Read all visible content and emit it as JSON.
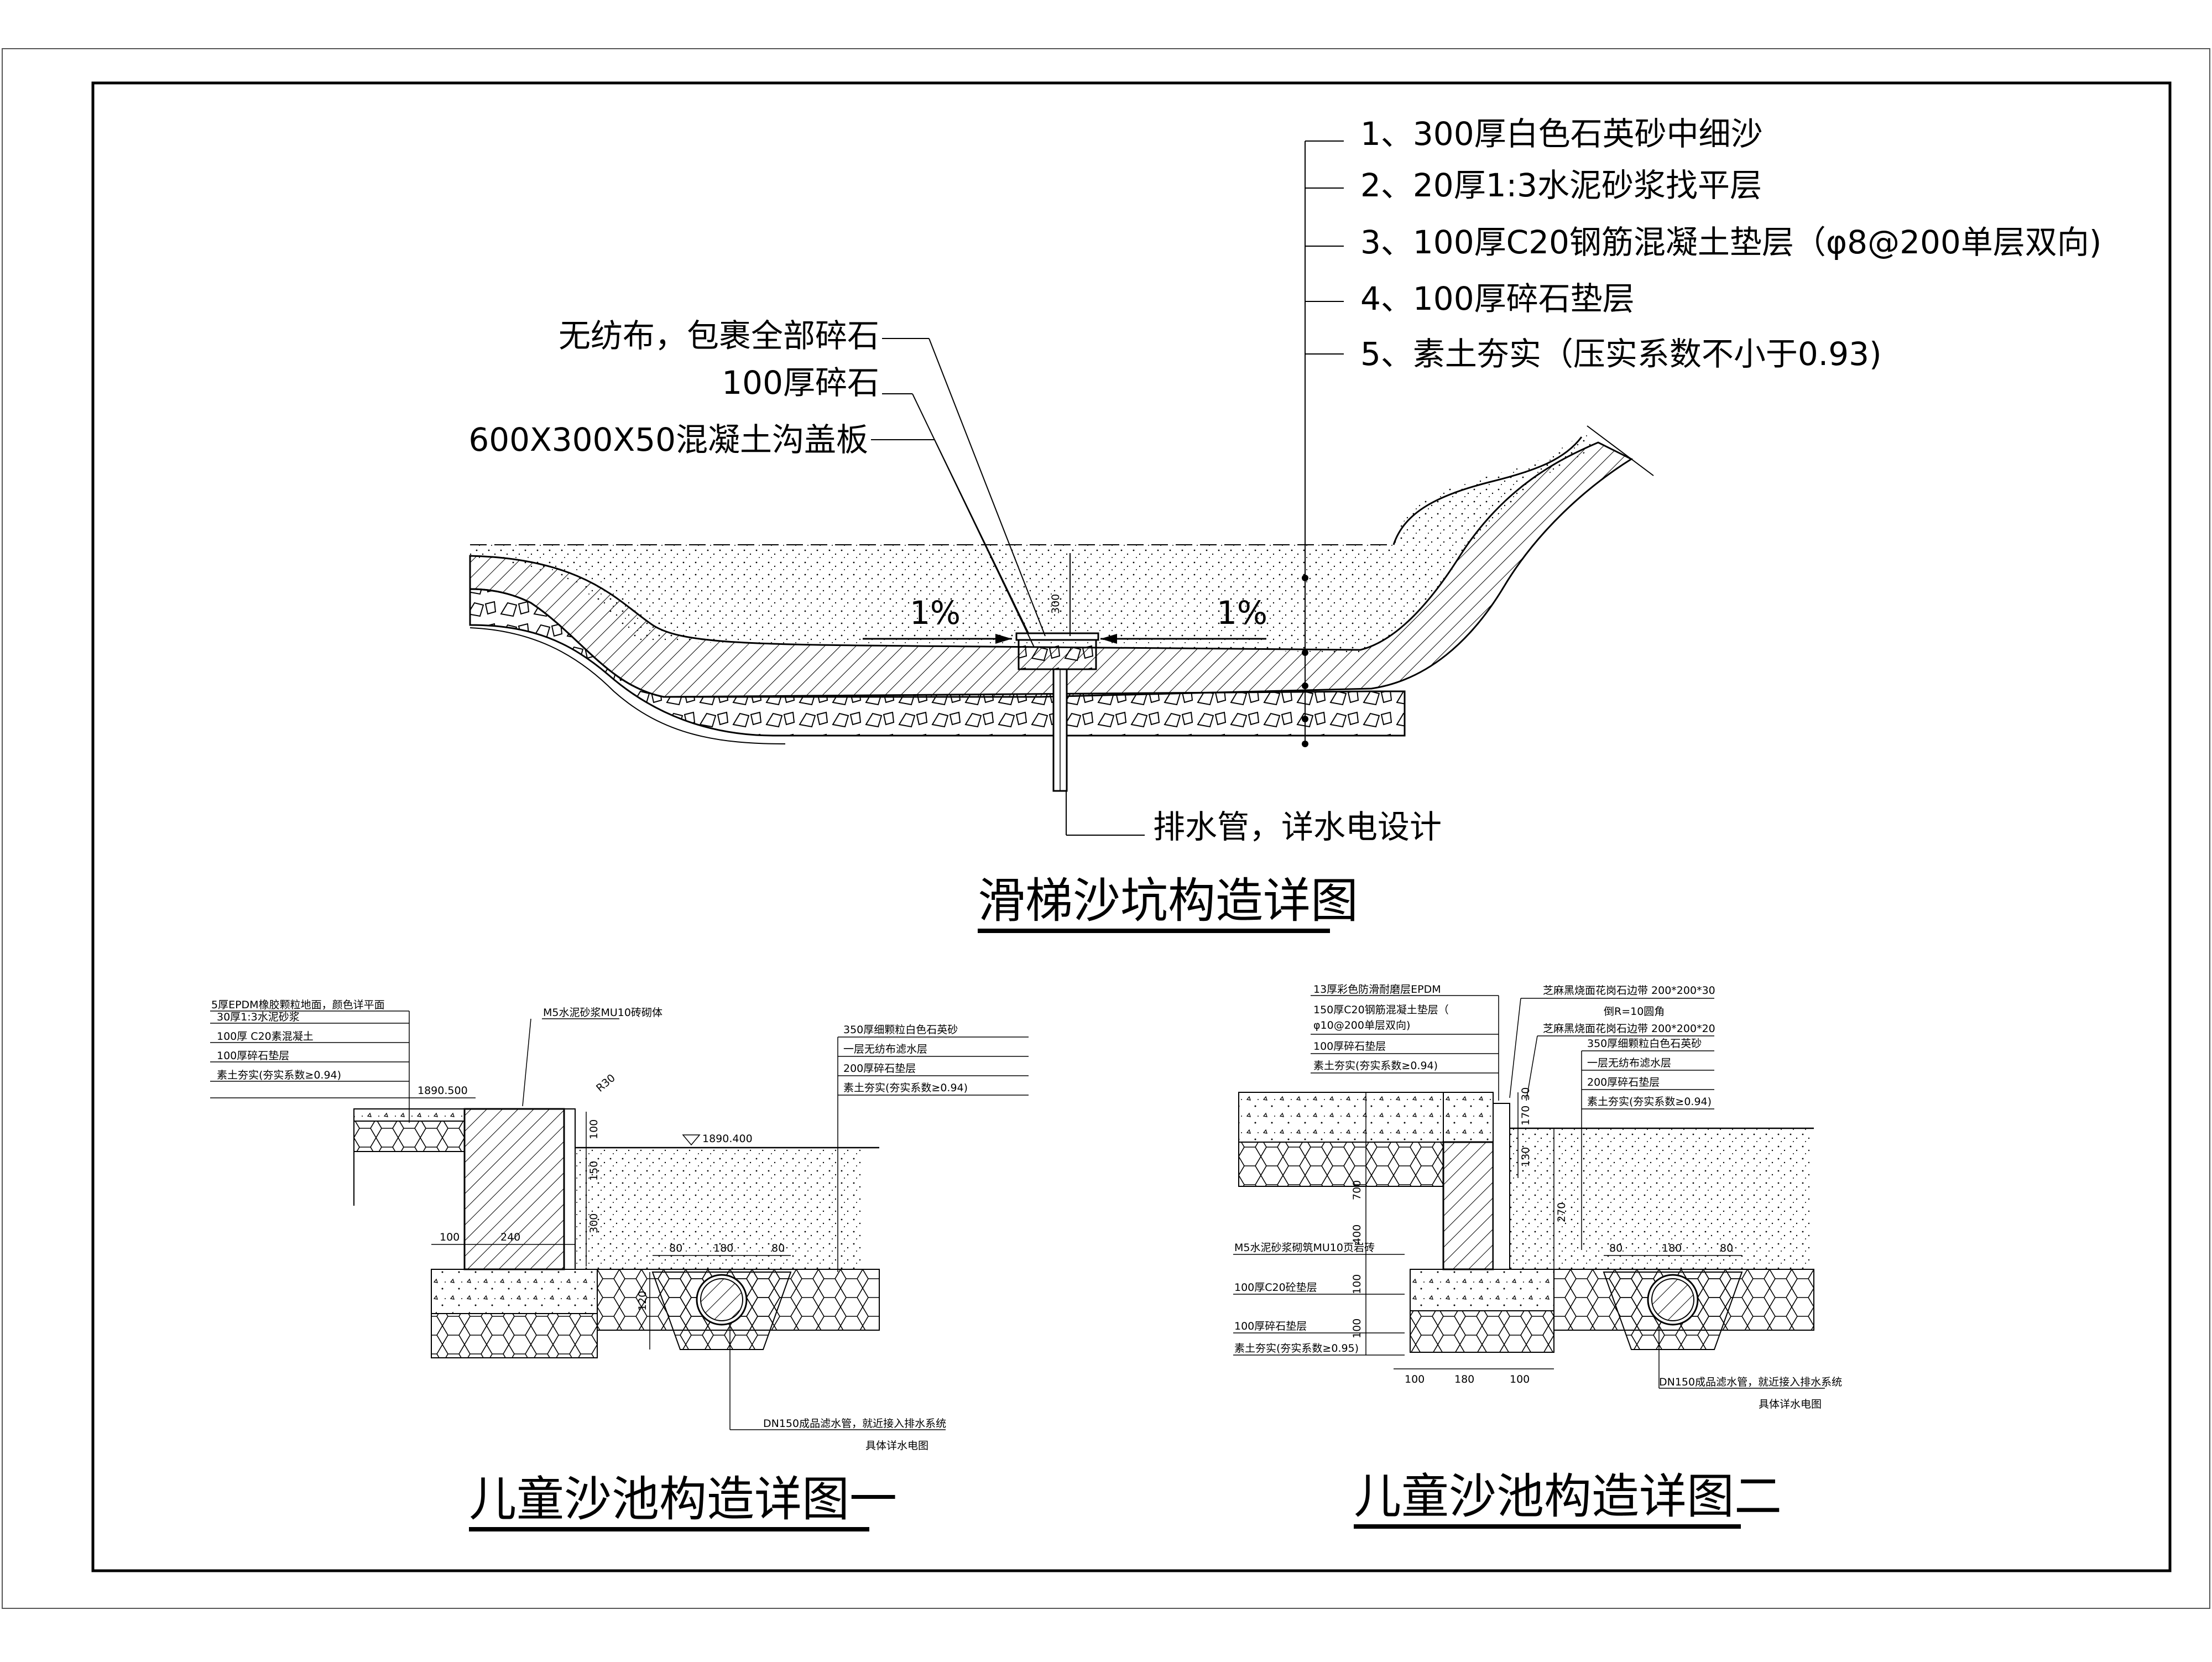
{
  "slide_pit": {
    "title": "滑梯沙坑构造详图",
    "layers": [
      "1、300厚白色石英砂中细沙",
      "2、20厚1:3水泥砂浆找平层",
      "3、100厚C20钢筋混凝土垫层（φ8@200单层双向)",
      "4、100厚碎石垫层",
      "5、素土夯实（压实系数不小于0.93)"
    ],
    "left_notes": [
      "无纺布，包裹全部碎石",
      "100厚碎石",
      "600X300X50混凝土沟盖板"
    ],
    "drain_note": "排水管，详水电设计",
    "slope_left": "1%",
    "slope_right": "1%",
    "dim_300": "300"
  },
  "sandbox1": {
    "title": "儿童沙池构造详图一",
    "left_notes": [
      "5厚EPDM橡胶颗粒地面，颜色详平面",
      "30厚1:3水泥砂浆",
      "100厚 C20素混凝土",
      "100厚碎石垫层",
      "素土夯实(夯实系数≥0.94)"
    ],
    "wall_note": "M5水泥砂浆MU10砖砌体",
    "right_notes": [
      "350厚细颗粒白色石英砂",
      "一层无纺布滤水层",
      "200厚碎石垫层",
      "素土夯实(夯实系数≥0.94)"
    ],
    "elev_left": "1890.500",
    "elev_right": "1890.400",
    "r_label": "R30",
    "dims": [
      "100",
      "150",
      "300",
      "100",
      "240",
      "80",
      "180",
      "80",
      "120"
    ],
    "pipe_note": [
      "DN150成品滤水管，就近接入排水系统",
      "具体详水电图"
    ]
  },
  "sandbox2": {
    "title": "儿童沙池构造详图二",
    "left_notes": [
      "13厚彩色防滑耐磨层EPDM",
      "150厚C20钢筋混凝土垫层（",
      "φ10@200单层双向)",
      "100厚碎石垫层",
      "素土夯实(夯实系数≥0.94)"
    ],
    "top_notes": [
      "芝麻黑烧面花岗石边带 200*200*30",
      "倒R=10圆角",
      "芝麻黑烧面花岗石边带 200*200*20",
      "350厚细颗粒白色石英砂",
      "一层无纺布滤水层",
      "200厚碎石垫层",
      "素土夯实(夯实系数≥0.94)"
    ],
    "lower_notes": [
      "M5水泥砂浆砌筑MU10页岩砖",
      "100厚C20砼垫层",
      "100厚碎石垫层",
      "素土夯实(夯实系数≥0.95)"
    ],
    "dims": [
      "30",
      "170",
      "130",
      "700",
      "400",
      "100",
      "100",
      "270",
      "100",
      "180",
      "100",
      "80",
      "180",
      "80"
    ],
    "pipe_note": [
      "DN150成品滤水管，就近接入排水系统",
      "具体详水电图"
    ]
  }
}
